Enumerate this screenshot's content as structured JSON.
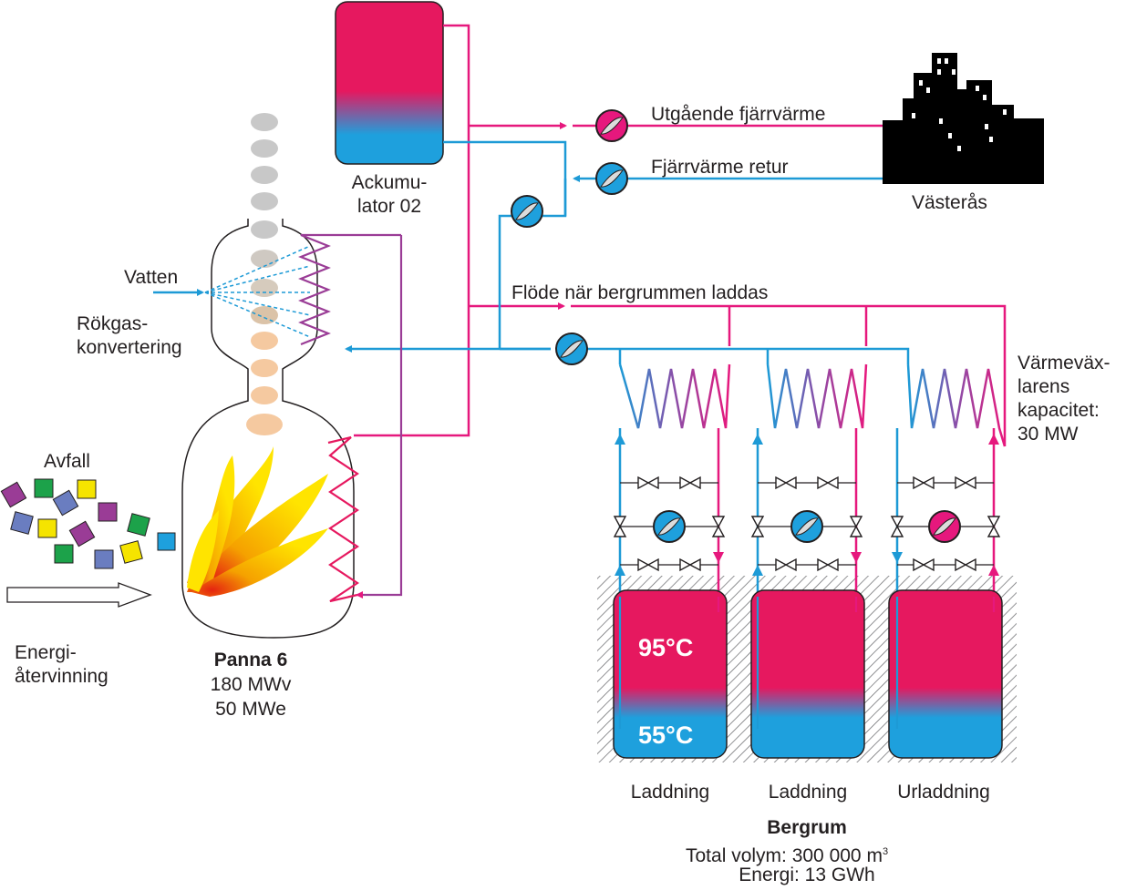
{
  "colors": {
    "hot": "#e6185f",
    "cold": "#1ea0dd",
    "pipe_hot": "#e6187d",
    "pipe_cold": "#1d9ad6",
    "exchanger": "#9a3c96",
    "city": "#000000",
    "smoke": "#c8c8c8",
    "steam": "#f5c9a0"
  },
  "icons": [
    "pump-icon",
    "valve-icon",
    "flame-icon",
    "city-skyline-icon",
    "waste-cube-icon",
    "arrow-icon",
    "heat-exchanger-icon",
    "spray-nozzle-icon"
  ],
  "labels": {
    "accumulator": "Ackumu-\nlator 02",
    "outgoing": "Utgående fjärrvärme",
    "return": "Fjärrvärme retur",
    "city": "Västerås",
    "water": "Vatten",
    "flue_gas": "Rökgas-\nkonvertering",
    "charging_flow": "Flöde när bergrummen laddas",
    "exchanger_capacity": "Värmeväx-\nlarens\nkapacitet:\n30 MW",
    "waste": "Avfall",
    "energy_recovery": "Energi-\nåtervinning",
    "boiler_name": "Panna 6",
    "boiler_heat": "180 MWv",
    "boiler_el": "50 MWe",
    "temp_hot": "95°C",
    "temp_cold": "55°C",
    "caverns": [
      {
        "status": "Laddning"
      },
      {
        "status": "Laddning"
      },
      {
        "status": "Urladdning"
      }
    ],
    "bergrum_title": "Bergrum",
    "bergrum_volume": "Total volym: 300 000 m",
    "bergrum_volume_sup": "3",
    "bergrum_energy": "Energi: 13 GWh"
  }
}
